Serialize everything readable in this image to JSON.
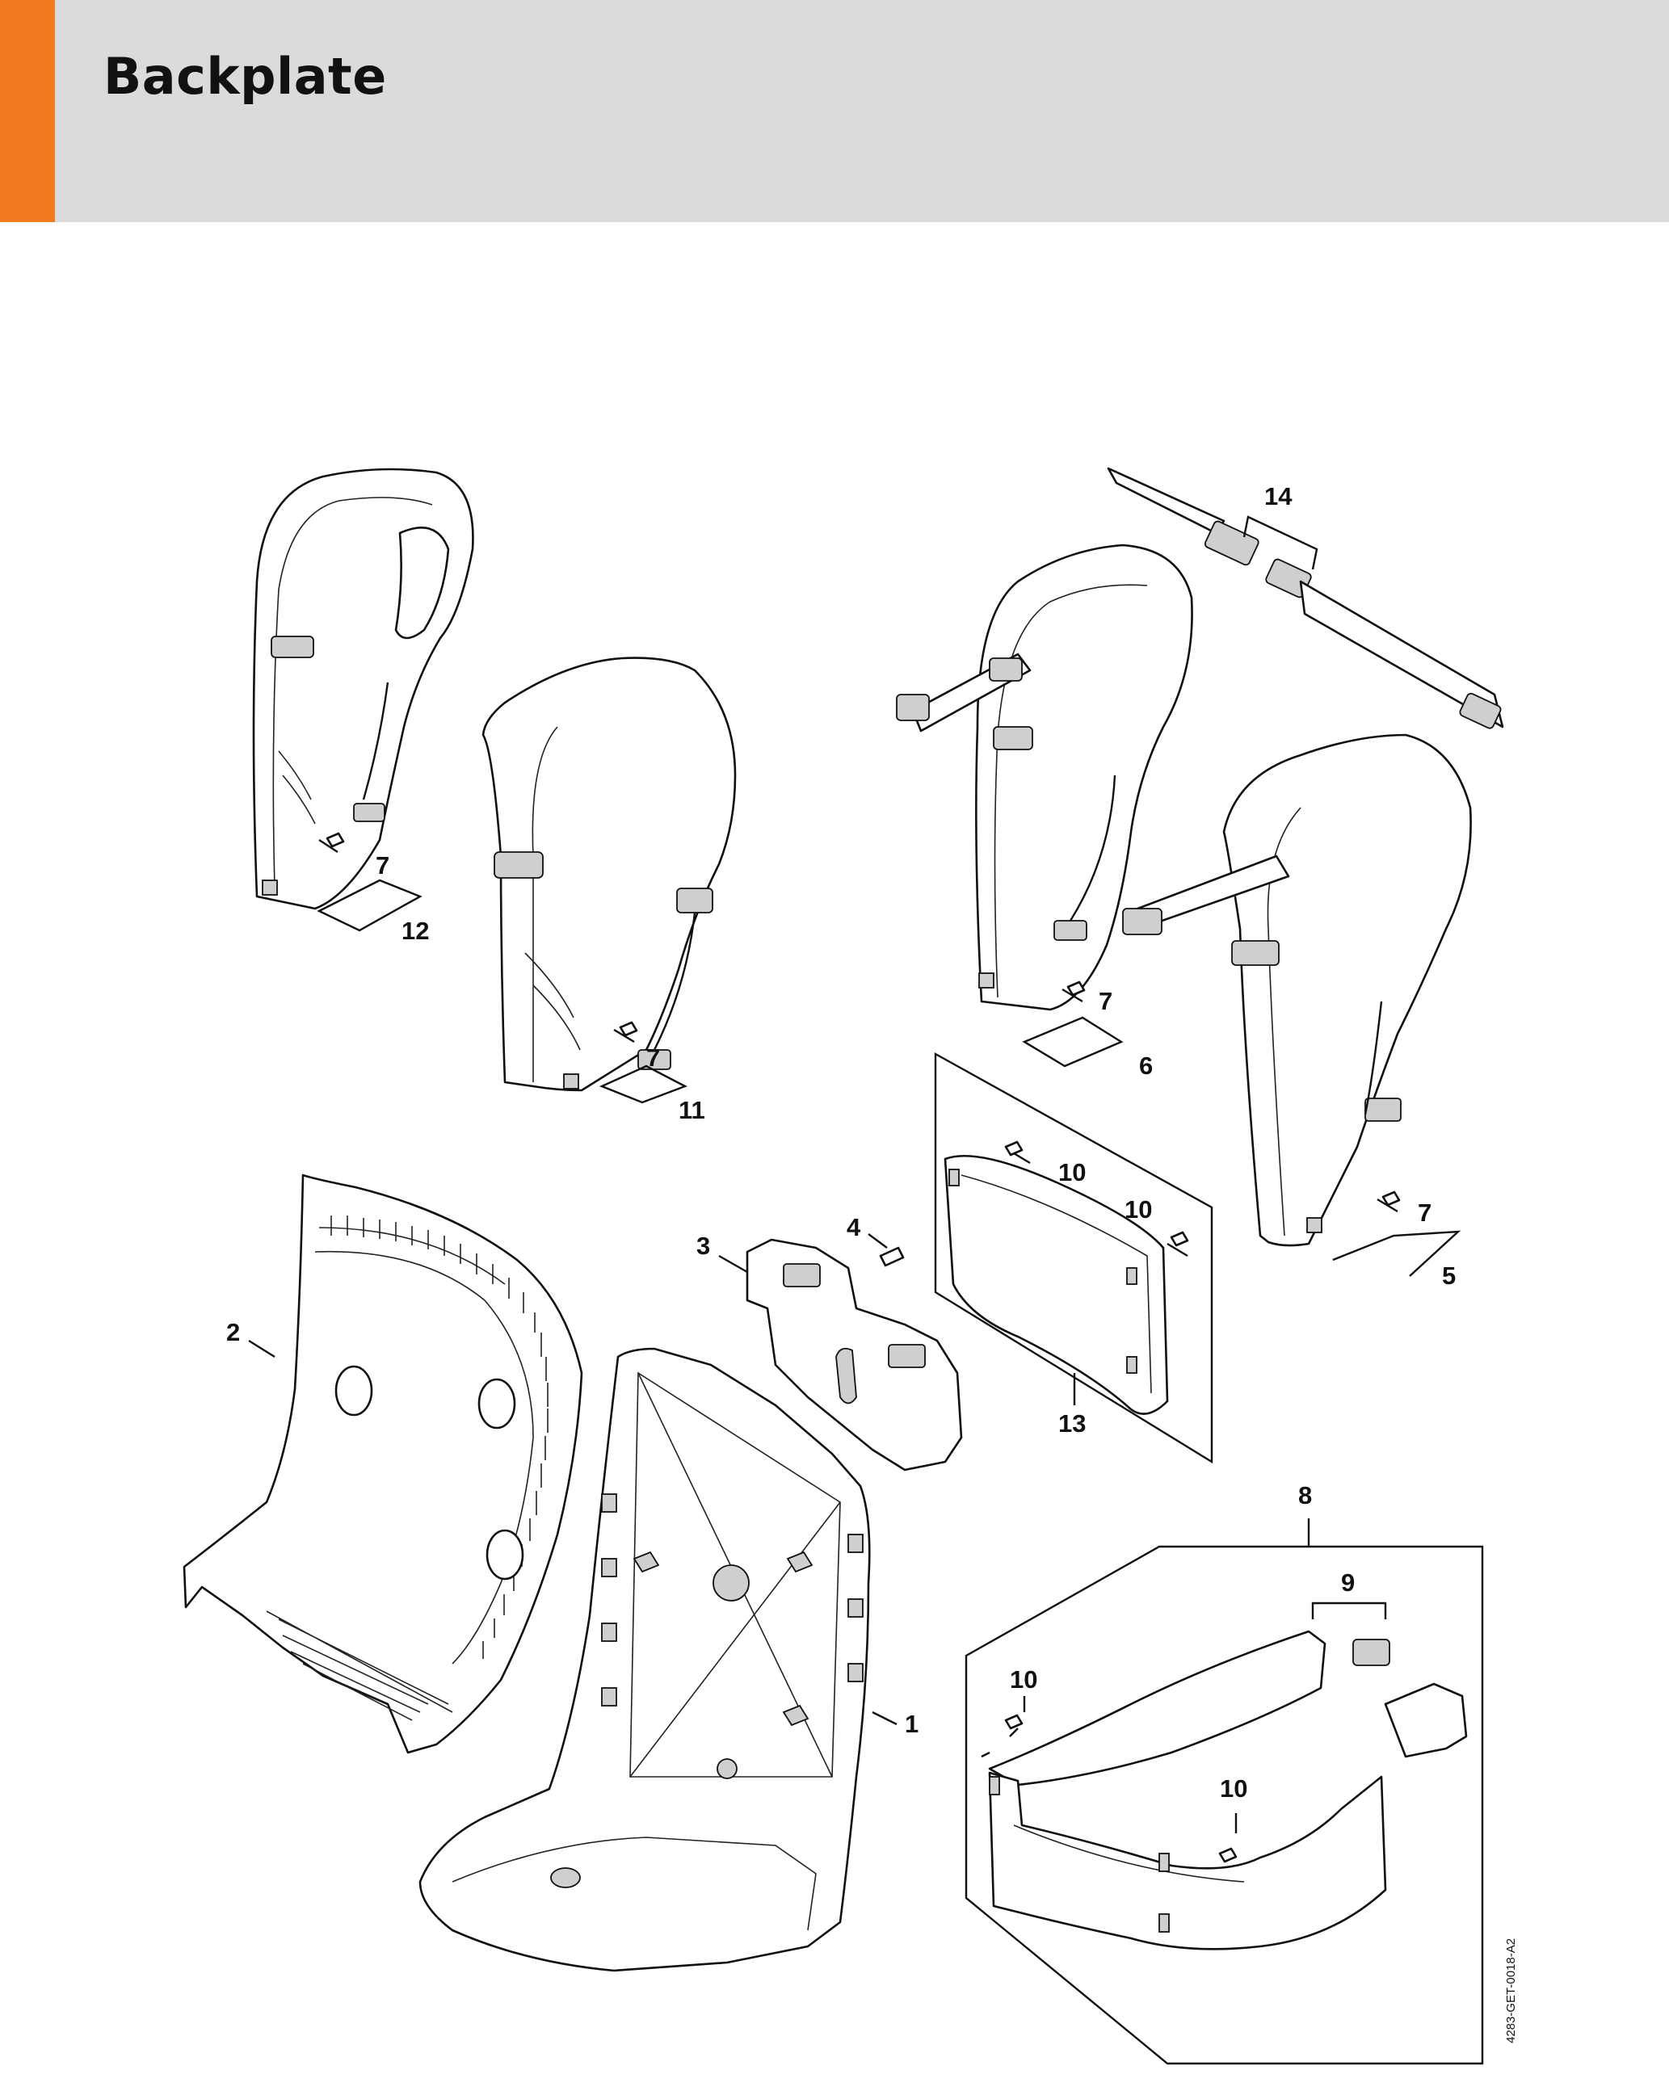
{
  "header": {
    "title": "Backplate"
  },
  "colors": {
    "accent": "#f37a1f",
    "header_bg": "#dadbdb"
  },
  "callouts": {
    "c1": "1",
    "c2": "2",
    "c3": "3",
    "c4": "4",
    "c5": "5",
    "c6": "6",
    "c7a": "7",
    "c7b": "7",
    "c7c": "7",
    "c7d": "7",
    "c8": "8",
    "c9": "9",
    "c10a": "10",
    "c10b": "10",
    "c10c": "10",
    "c10d": "10",
    "c11": "11",
    "c12": "12",
    "c13": "13",
    "c14": "14"
  },
  "drawing_ref": "4283-GET-0018-A2"
}
